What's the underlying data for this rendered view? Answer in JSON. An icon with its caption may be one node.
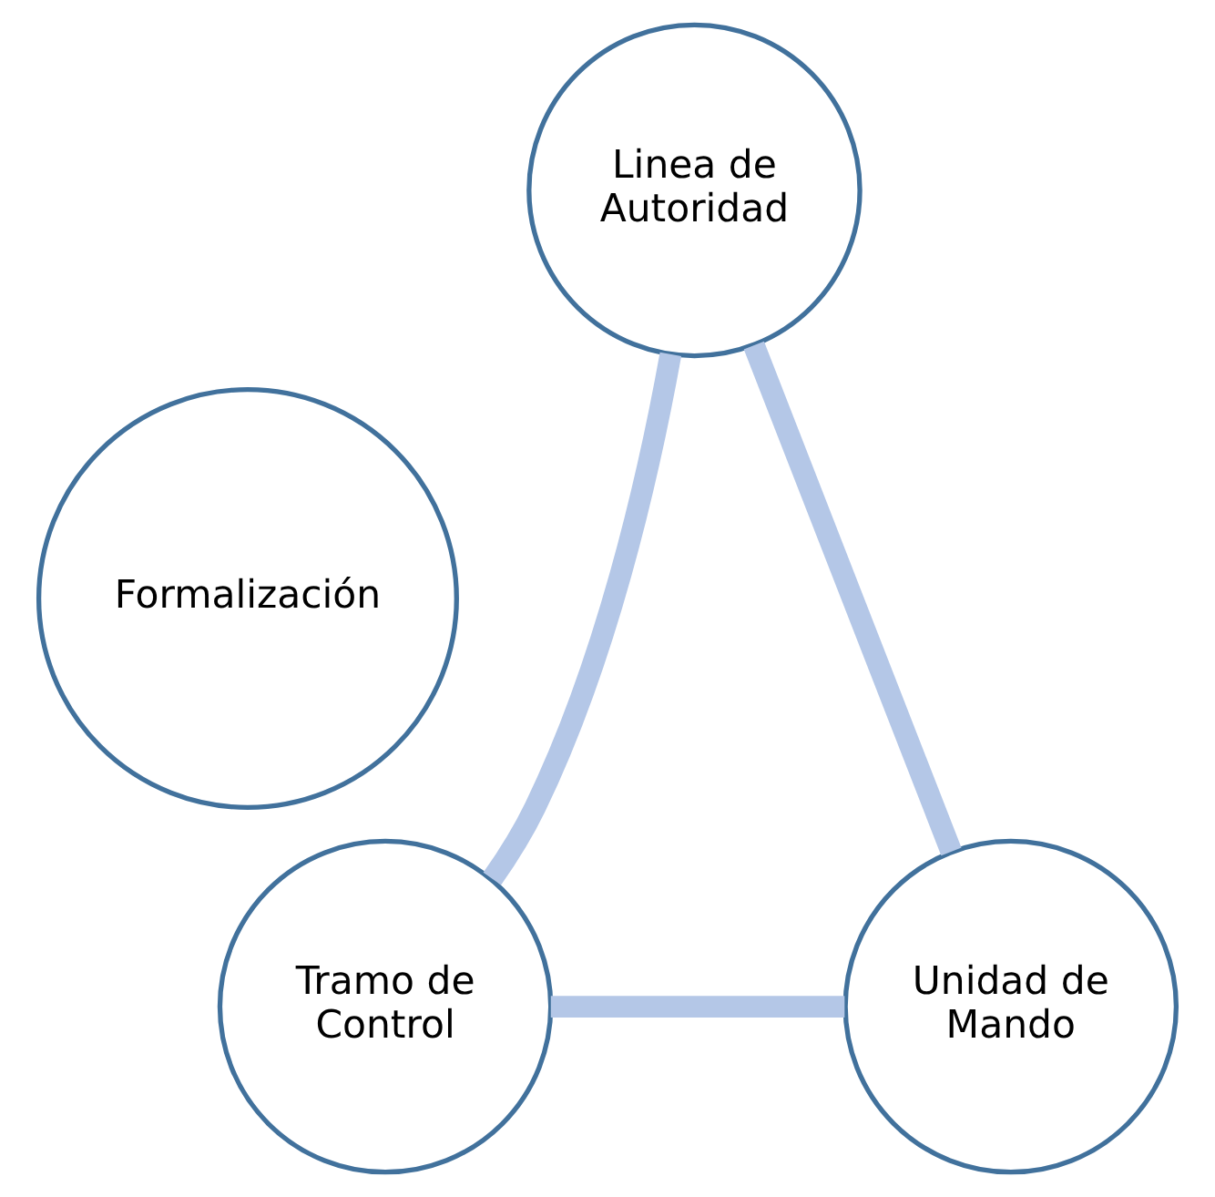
{
  "diagram": {
    "nodes": [
      {
        "text": [
          "Linea de Autoridad"
        ]
      },
      {
        "text": [
          "Formalización"
        ]
      },
      {
        "text": [
          "Tramo de Control"
        ]
      },
      {
        "text": [
          "Unidad de Mando"
        ]
      }
    ],
    "edges": [
      {
        "from": 0,
        "to": 3,
        "arrow": "none"
      },
      {
        "from": 3,
        "to": 2,
        "arrow": "none"
      },
      {
        "from": 2,
        "to": 0,
        "arrow": "none"
      }
    ]
  }
}
